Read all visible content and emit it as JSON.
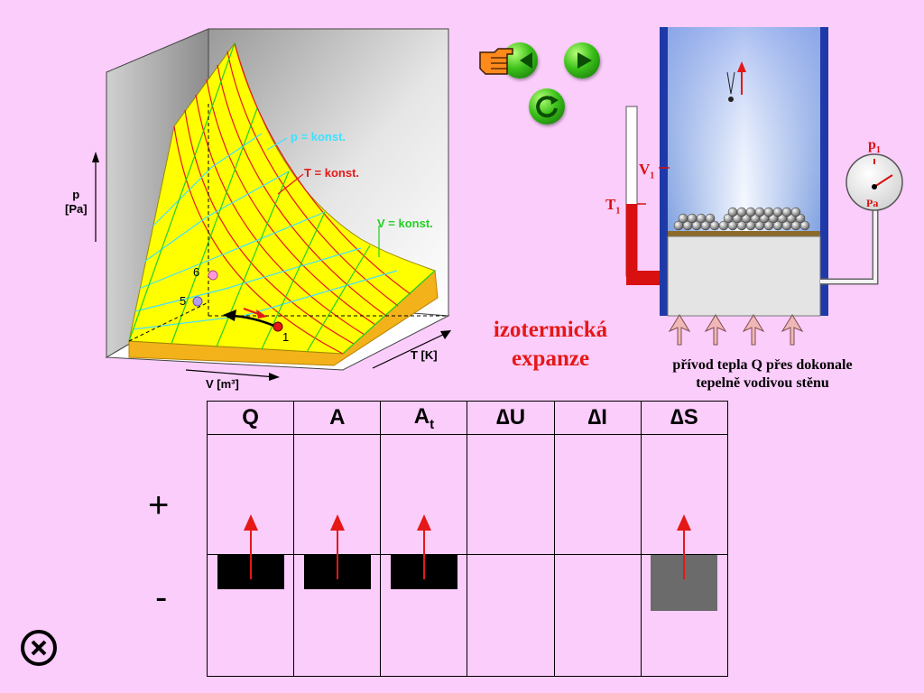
{
  "diagram": {
    "p_axis_label_line1": "p",
    "p_axis_label_line2": "[Pa]",
    "v_axis_label": "V [m³]",
    "t_axis_label": "T [K]",
    "legend_p": "p = konst.",
    "legend_t": "T = konst.",
    "legend_v": "V = konst.",
    "point_1": "1",
    "point_5": "5",
    "point_6": "6",
    "color_p_isobar": "#3fe0ff",
    "color_t_isotherm": "#e51818",
    "color_v_isochor": "#22d022",
    "surface_color": "#ffff00"
  },
  "controls": {
    "back_icon": "hand-pointer-back-icon",
    "play_icon": "play-icon",
    "replay_icon": "replay-icon",
    "close_icon": "close-circle-icon"
  },
  "title": {
    "line1": "izotermická",
    "line2": "expanze"
  },
  "apparatus": {
    "temp_label": "T",
    "temp_sub": "1",
    "vol_label": "V",
    "vol_sub": "1",
    "gauge_label": "p",
    "gauge_sub": "1",
    "gauge_unit": "Pa",
    "caption_line1": "přívod tepla Q přes dokonale",
    "caption_line2": "tepelně vodivou stěnu"
  },
  "table": {
    "headers": [
      "Q",
      "A",
      "A",
      "∆U",
      "∆I",
      "∆S"
    ],
    "header_a_sub": "t",
    "row_plus": "+",
    "row_minus": "-"
  }
}
